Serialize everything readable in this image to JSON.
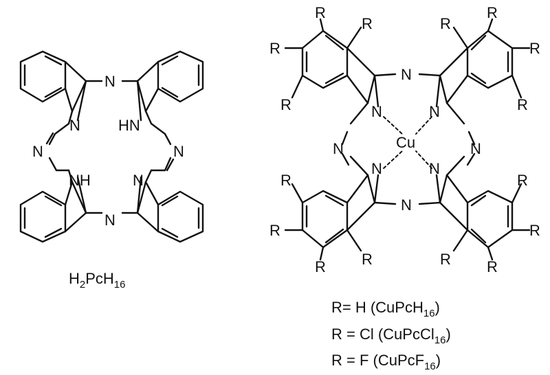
{
  "colors": {
    "ink": "#111111",
    "background": "#ffffff"
  },
  "left_molecule": {
    "atom_labels": {
      "n_bridge_top": "N",
      "n_bridge_left": "N",
      "n_bridge_right": "N",
      "n_bridge_bottom": "N",
      "n_core_top_left": "N",
      "n_core_top_right": "HN",
      "n_core_bottom_left": "NH",
      "n_core_bottom_right": "N"
    },
    "caption": {
      "base": "H",
      "sub1": "2",
      "mid": "PcH",
      "sub2": "16"
    }
  },
  "right_molecule": {
    "atom_labels": {
      "metal": "Cu",
      "n": "N",
      "substituent": "R"
    }
  },
  "legend": [
    {
      "prefix": "R= H (CuPcH",
      "sub": "16",
      "suffix": ")"
    },
    {
      "prefix": "R = Cl (CuPcCl",
      "sub": "16",
      "suffix": ")"
    },
    {
      "prefix": "R = F (CuPcF",
      "sub": "16",
      "suffix": ")"
    }
  ]
}
